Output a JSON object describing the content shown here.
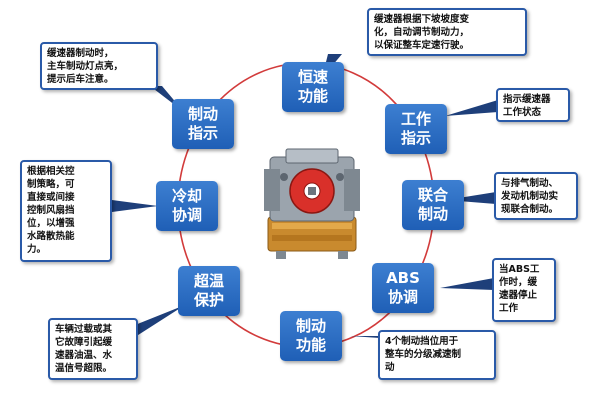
{
  "colors": {
    "ring": "#d23b3b",
    "node": "#2563b8",
    "callout_border": "#2a5aa8",
    "callout_tail": "#1e3f7a"
  },
  "nodes": {
    "hengsu": "恒速\n功能",
    "gongzuo": "工作\n指示",
    "lianhe": "联合\n制动",
    "abs": "ABS\n协调",
    "zhidong_gongneng": "制动\n功能",
    "chaowen": "超温\n保护",
    "lengque": "冷却\n协调",
    "zhidong_zhishi": "制动\n指示"
  },
  "callouts": {
    "hengsu": "缓速器根据下坡坡度变\n化，自动调节制动力，\n以保证整车定速行驶。",
    "gongzuo": "指示缓速器\n工作状态",
    "lianhe": "与排气制动、\n发动机制动实\n现联合制动。",
    "abs": "当ABS工\n作时，缓\n速器停止\n工作",
    "zhidong_gongneng": "4个制动挡位用于\n整车的分级减速制\n动",
    "chaowen": "车辆过载或其\n它故障引起缓\n速器油温、水\n温信号超限。",
    "lengque": "根据相关控\n制策略，可\n直接或间接\n控制风扇挡\n位，以增强\n水路散热能\n力。",
    "zhidong_zhishi": "缓速器制动时，\n主车制动灯点亮，\n提示后车注意。"
  },
  "center_image": "retarder-unit"
}
